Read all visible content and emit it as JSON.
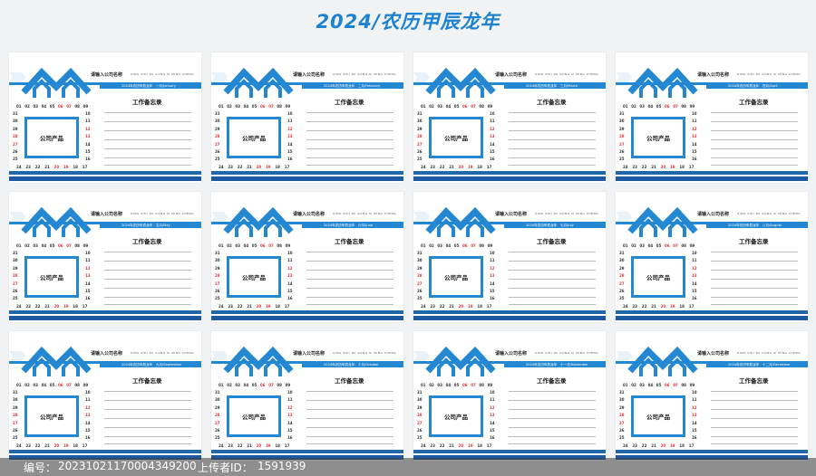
{
  "page_title": "2024/农历甲辰龙年",
  "card_template": {
    "company_name": "请输入公司名称",
    "company_pinyin": "QING SHU RU GONG SI MING CHENG",
    "photo_label": "公司产品",
    "memo_title": "工作备忘录"
  },
  "months": [
    {
      "subtitle": "2024年农历甲辰龙年　一月/January"
    },
    {
      "subtitle": "2024年农历甲辰龙年　二月/February"
    },
    {
      "subtitle": "2024年农历甲辰龙年　三月/March"
    },
    {
      "subtitle": "2024年农历甲辰龙年　四月/April"
    },
    {
      "subtitle": "2024年农历甲辰龙年　五月/May"
    },
    {
      "subtitle": "2024年农历甲辰龙年　六月/June"
    },
    {
      "subtitle": "2024年农历甲辰龙年　七月/July"
    },
    {
      "subtitle": "2024年农历甲辰龙年　八月/August"
    },
    {
      "subtitle": "2024年农历甲辰龙年　九月/September"
    },
    {
      "subtitle": "2024年农历甲辰龙年　十月/October"
    },
    {
      "subtitle": "2024年农历甲辰龙年　十一月/November"
    },
    {
      "subtitle": "2024年农历甲辰龙年　十二月/December"
    }
  ],
  "calendar": {
    "top_row": [
      "01",
      "02",
      "03",
      "04",
      "05",
      "06",
      "07",
      "08",
      "09"
    ],
    "left_col": [
      "31",
      "30",
      "29",
      "28",
      "27",
      "26",
      "25"
    ],
    "right_col": [
      "10",
      "11",
      "12",
      "13",
      "14",
      "15",
      "16"
    ],
    "bottom_row": [
      "24",
      "23",
      "22",
      "21",
      "20",
      "19",
      "18",
      "17"
    ]
  },
  "watermark": {
    "id_label": "编号：",
    "id_value": "20231021170004349200",
    "uploader_label": "上传者ID：",
    "uploader_value": "1591939"
  },
  "colors": {
    "accent": "#2387d1",
    "dark_blue": "#1e58a0",
    "weekend_red": "#e0353a",
    "title": "#1d82cf"
  }
}
